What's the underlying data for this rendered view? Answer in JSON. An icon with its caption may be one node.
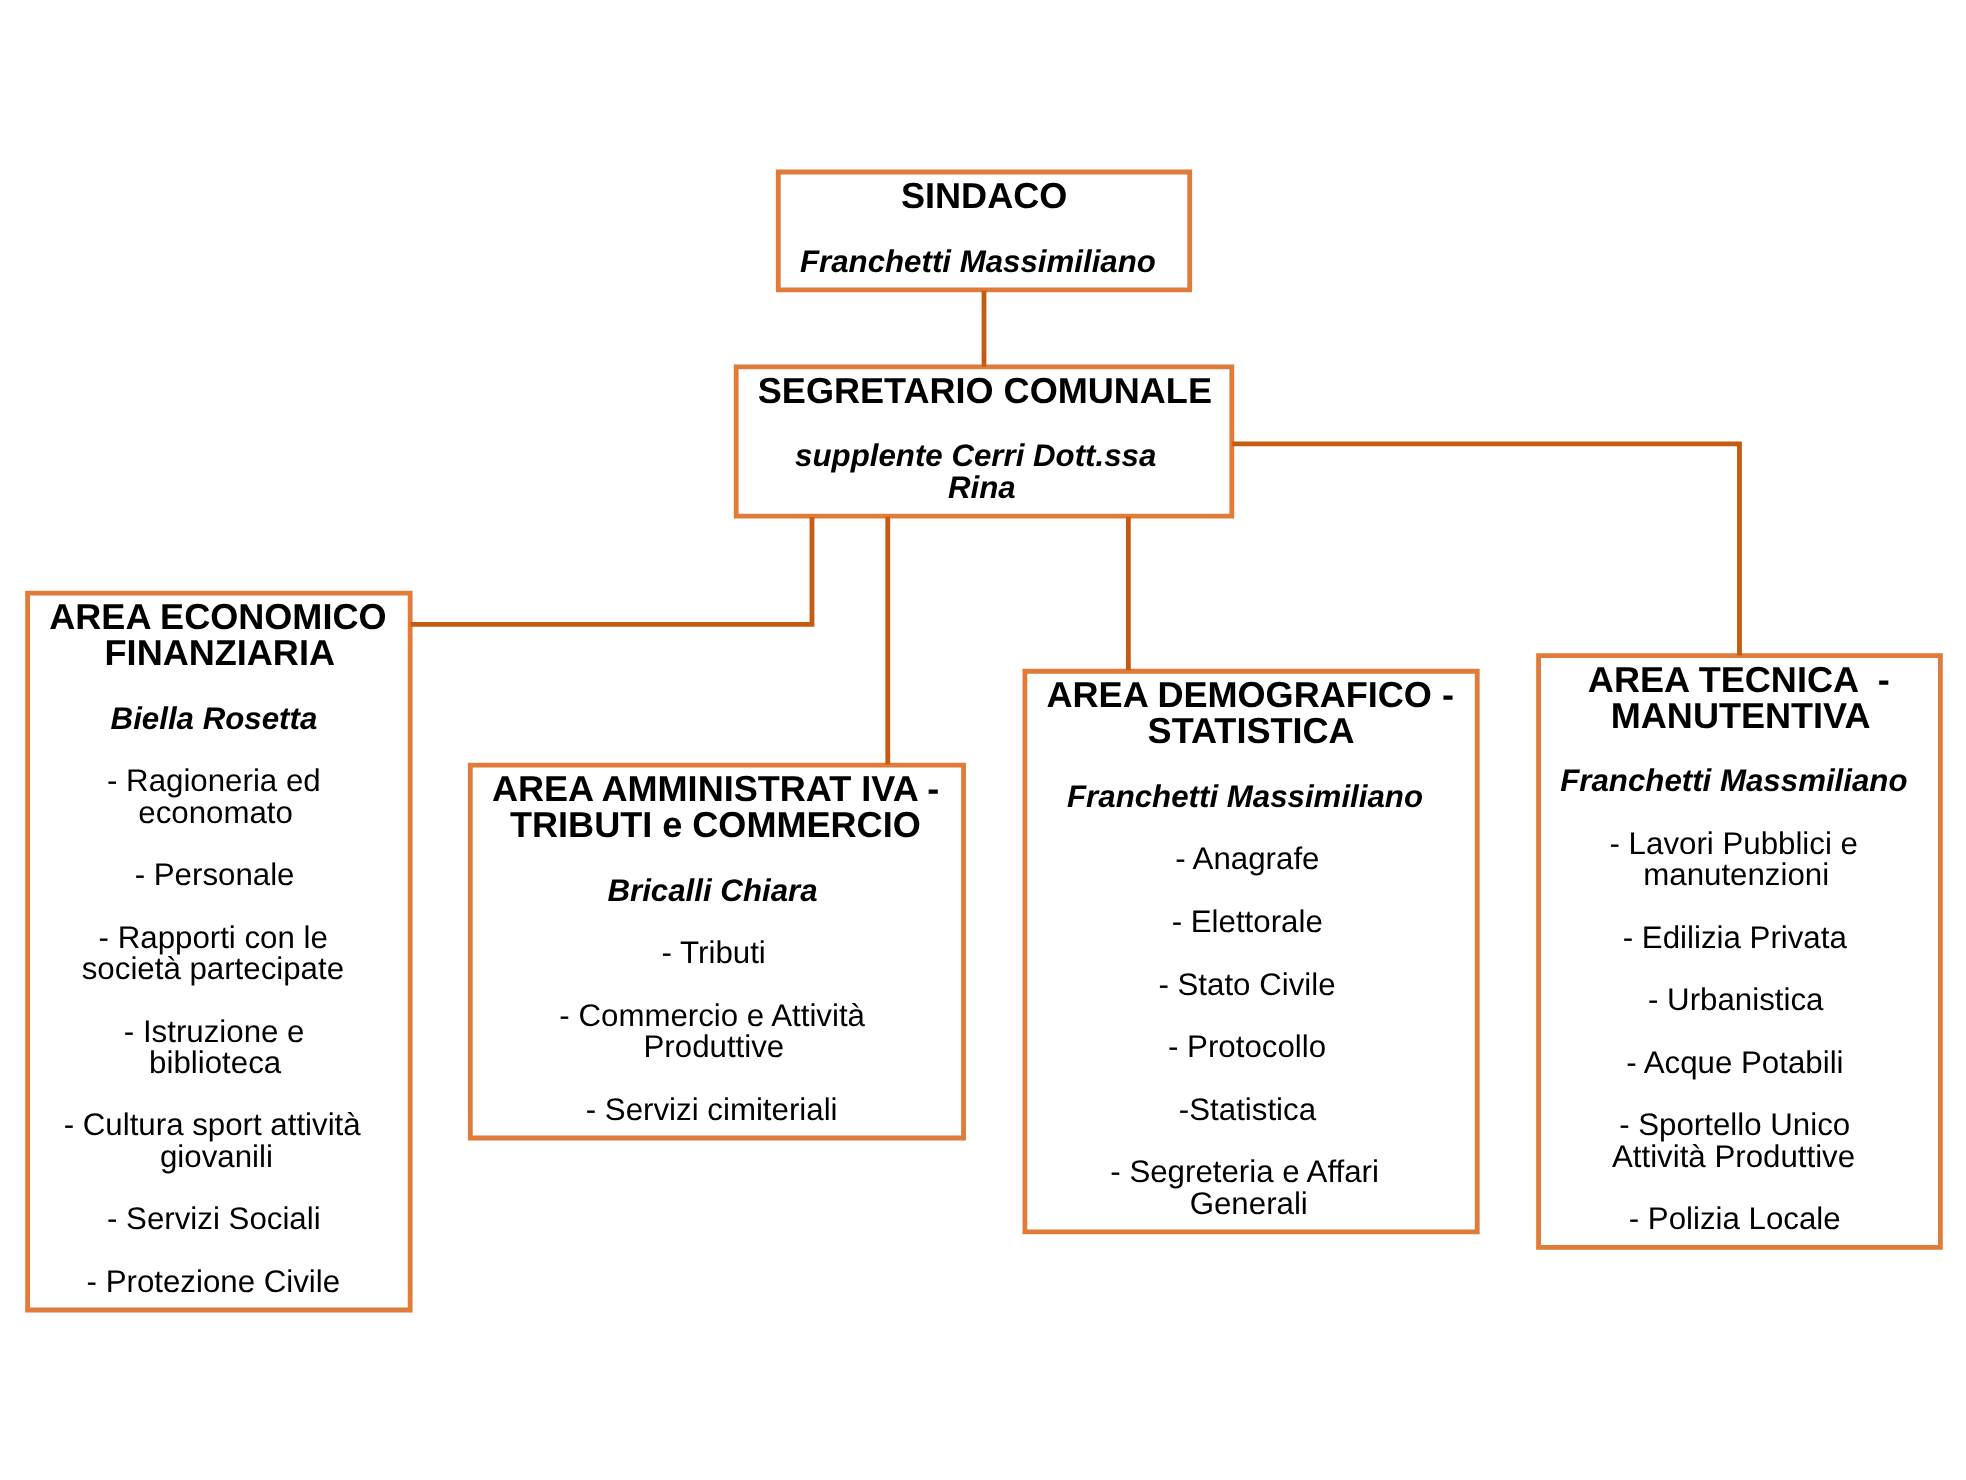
{
  "diagram": {
    "nodes": [
      {
        "text": [
          "SINDACO",
          "Franchetti Massimiliano"
        ]
      },
      {
        "text": [
          "SEGRETARIO COMUNALE",
          "supplente Cerri Dott.ssa Rina"
        ]
      },
      {
        "text": [
          "AREA ECONOMICO FINANZIARIA",
          "Biella Rosetta",
          "- Ragioneria ed economato",
          "- Personale",
          "- Rapporti con le società partecipate",
          "- Istruzione e biblioteca",
          "- Cultura sport attività giovanili",
          "- Servizi Sociali",
          "- Protezione Civile"
        ]
      },
      {
        "text": [
          "AREA AMMINISTRAT IVA - TRIBUTI e COMMERCIO",
          "Bricalli Chiara",
          "- Tributi",
          "- Commercio e Attività Produttive",
          "- Servizi cimiteriali"
        ]
      },
      {
        "text": [
          "AREA DEMOGRAFICO - STATISTICA",
          "Franchetti Massimiliano",
          "- Anagrafe",
          "- Elettorale",
          "- Stato Civile",
          "- Protocollo",
          "-Statistica",
          "- Segreteria e Affari Generali"
        ]
      },
      {
        "text": [
          "AREA TECNICA  - MANUTENTIVA",
          "Franchetti Massmiliano",
          "- Lavori Pubblici e manutenzioni",
          "- Edilizia Privata",
          "- Urbanistica",
          "- Acque Potabili",
          "- Sportello Unico Attività Produttive",
          "- Polizia Locale"
        ]
      }
    ],
    "edges": [
      {
        "from": 0,
        "to": 1,
        "arrow": "none"
      },
      {
        "from": 1,
        "to": 2,
        "arrow": "none"
      },
      {
        "from": 1,
        "to": 3,
        "arrow": "none"
      },
      {
        "from": 1,
        "to": 4,
        "arrow": "none"
      },
      {
        "from": 1,
        "to": 5,
        "arrow": "none"
      }
    ]
  }
}
